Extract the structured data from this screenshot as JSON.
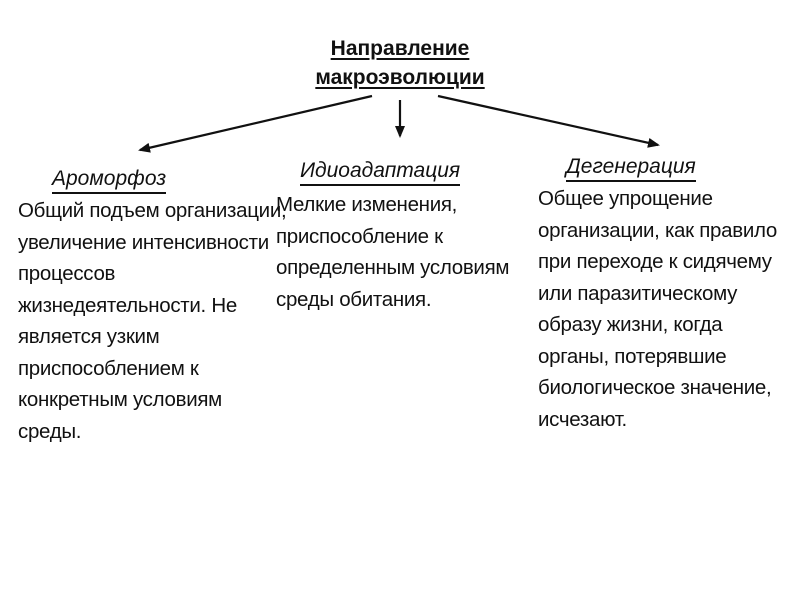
{
  "diagram": {
    "title_line1": "Направление",
    "title_line2": "макроэволюции",
    "branches": [
      {
        "title": "Ароморфоз",
        "text": "Общий подъем организации, увеличение интенсивности процессов жизнедеятельности. Не является узким приспособлением к конкретным условиям среды."
      },
      {
        "title": "Идиоадаптация",
        "text": "Мелкие изменения, приспособление к определенным условиям среды обитания."
      },
      {
        "title": "Дегенерация",
        "text": "Общее упрощение организации, как правило при переходе к сидячему или паразитическому образу жизни, когда органы, потерявшие биологическое значение, исчезают."
      }
    ]
  }
}
